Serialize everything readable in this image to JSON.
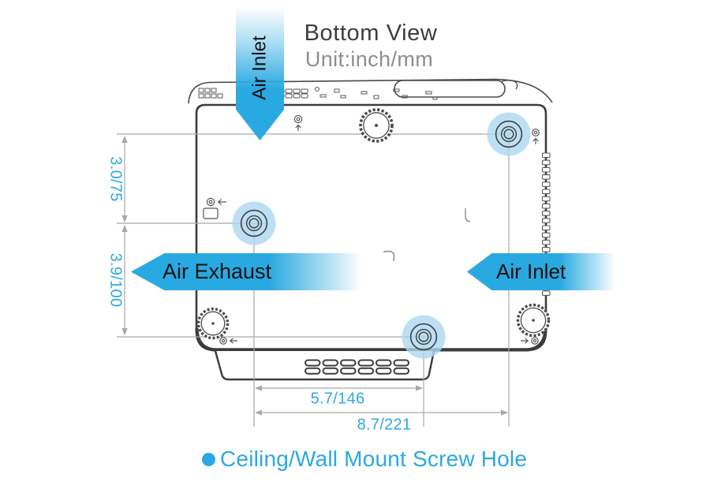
{
  "header": {
    "title": "Bottom View",
    "subtitle": "Unit:inch/mm"
  },
  "labels": {
    "air_inlet_top": "Air Inlet",
    "air_exhaust": "Air Exhaust",
    "air_inlet_right": "Air Inlet"
  },
  "dimensions": {
    "vertical_top": "3.0/75",
    "vertical_bottom": "3.9/100",
    "horizontal_inner": "5.7/146",
    "horizontal_outer": "8.7/221"
  },
  "legend": {
    "text": "Ceiling/Wall Mount Screw Hole"
  },
  "colors": {
    "accent_blue": "#29A9E1",
    "screw_hole_highlight": "#ADD7F1",
    "dimension_gray": "#A6A6A6",
    "outline_dark": "#3C3C3C",
    "title_dark": "#3D3D3D",
    "subtitle_gray": "#8E8E8E",
    "arrow_text": "#101010"
  }
}
